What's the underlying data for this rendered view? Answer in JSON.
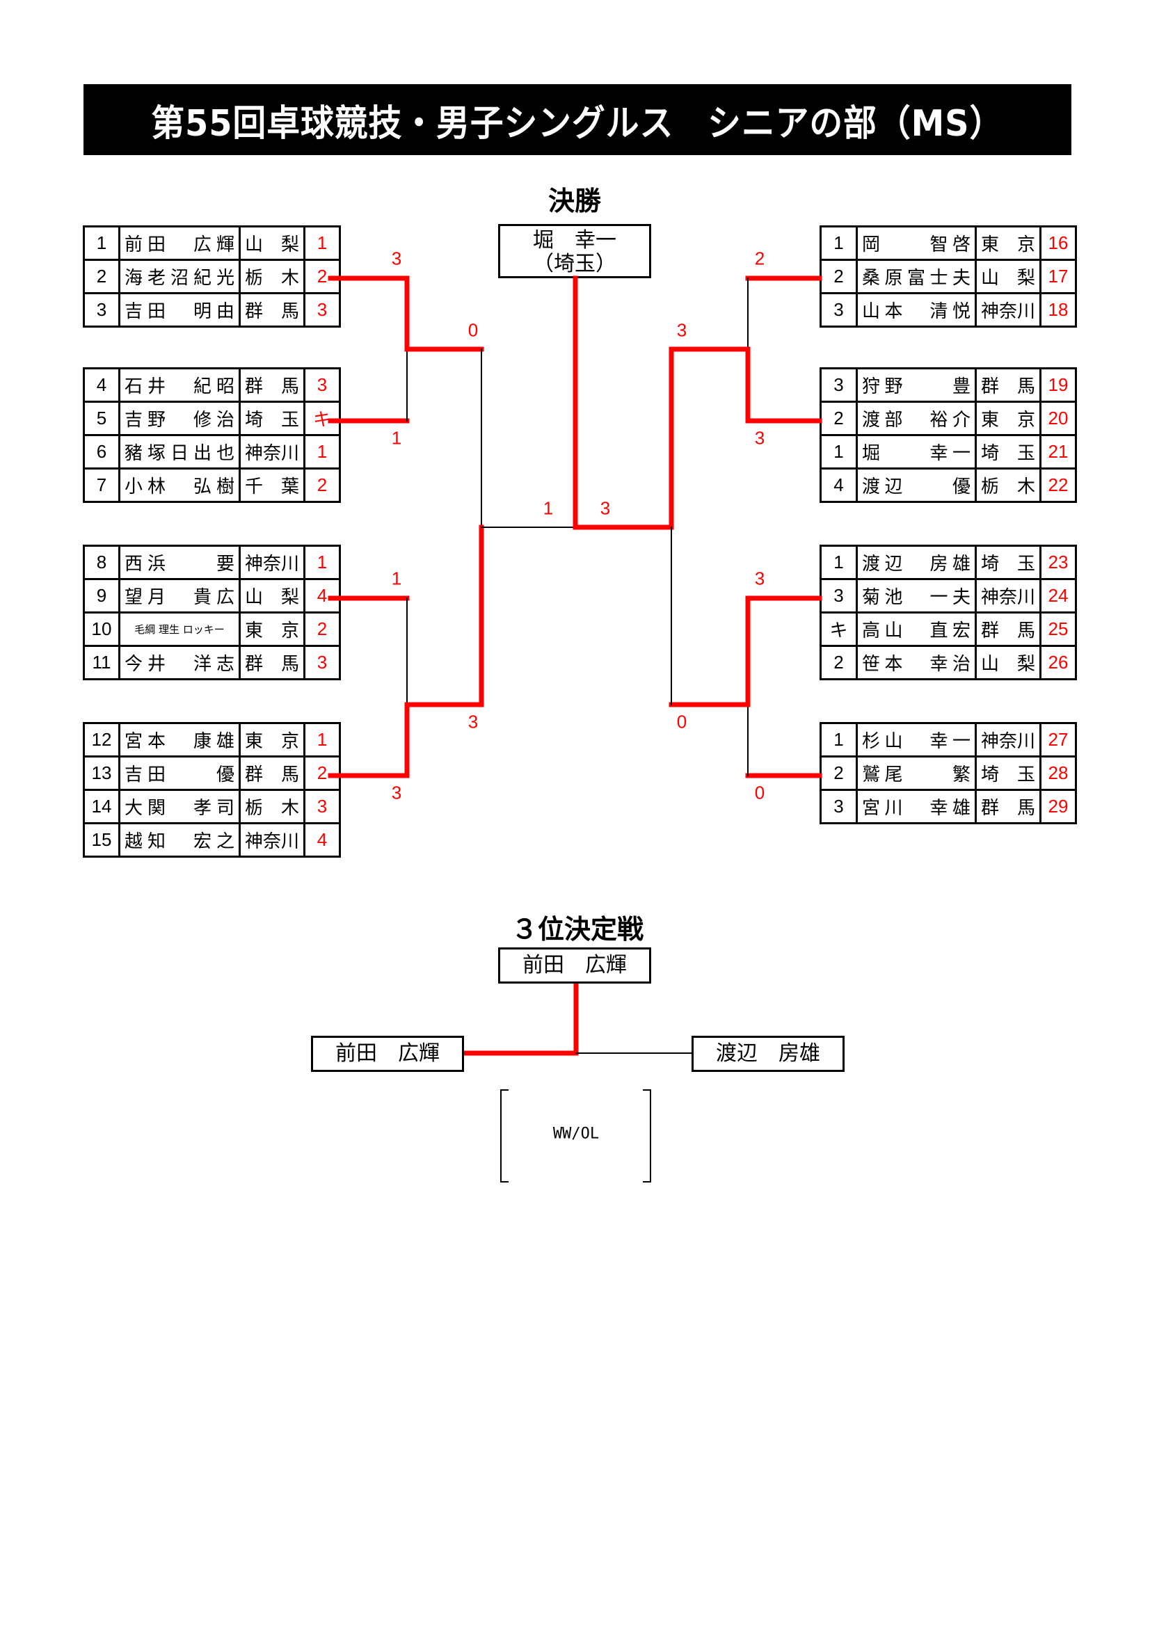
{
  "title": "第55回卓球競技・男子シングルス　シニアの部（MS）",
  "final": {
    "heading": "決勝",
    "champion_name": "堀　幸一",
    "champion_pref": "（埼玉）"
  },
  "left_blocks": [
    {
      "rows": [
        {
          "seed": "1",
          "name": "前田　広輝",
          "pref": "山　梨",
          "result": "1"
        },
        {
          "seed": "2",
          "name": "海老沼紀光",
          "pref": "栃　木",
          "result": "2"
        },
        {
          "seed": "3",
          "name": "吉田　明由",
          "pref": "群　馬",
          "result": "3"
        }
      ]
    },
    {
      "rows": [
        {
          "seed": "4",
          "name": "石井　紀昭",
          "pref": "群　馬",
          "result": "3"
        },
        {
          "seed": "5",
          "name": "吉野　修治",
          "pref": "埼　玉",
          "result": "キ"
        },
        {
          "seed": "6",
          "name": "豬塚日出也",
          "pref": "神奈川",
          "result": "1"
        },
        {
          "seed": "7",
          "name": "小林　弘樹",
          "pref": "千　葉",
          "result": "2"
        }
      ]
    },
    {
      "rows": [
        {
          "seed": "8",
          "name": "西浜　　要",
          "pref": "神奈川",
          "result": "1"
        },
        {
          "seed": "9",
          "name": "望月　貴広",
          "pref": "山　梨",
          "result": "4"
        },
        {
          "seed": "10",
          "name": "毛綱 理生 ロッキー",
          "pref": "東　京",
          "result": "2"
        },
        {
          "seed": "11",
          "name": "今井　洋志",
          "pref": "群　馬",
          "result": "3"
        }
      ]
    },
    {
      "rows": [
        {
          "seed": "12",
          "name": "宮本　康雄",
          "pref": "東　京",
          "result": "1"
        },
        {
          "seed": "13",
          "name": "吉田　　優",
          "pref": "群　馬",
          "result": "2"
        },
        {
          "seed": "14",
          "name": "大関　孝司",
          "pref": "栃　木",
          "result": "3"
        },
        {
          "seed": "15",
          "name": "越知　宏之",
          "pref": "神奈川",
          "result": "4"
        }
      ]
    }
  ],
  "right_blocks": [
    {
      "rows": [
        {
          "result": "1",
          "name": "岡　　智啓",
          "pref": "東　京",
          "seed": "16"
        },
        {
          "result": "2",
          "name": "桑原富士夫",
          "pref": "山　梨",
          "seed": "17"
        },
        {
          "result": "3",
          "name": "山本　清悦",
          "pref": "神奈川",
          "seed": "18"
        }
      ]
    },
    {
      "rows": [
        {
          "result": "3",
          "name": "狩野　　豊",
          "pref": "群　馬",
          "seed": "19"
        },
        {
          "result": "2",
          "name": "渡部　裕介",
          "pref": "東　京",
          "seed": "20"
        },
        {
          "result": "1",
          "name": "堀　　幸一",
          "pref": "埼　玉",
          "seed": "21"
        },
        {
          "result": "4",
          "name": "渡辺　　優",
          "pref": "栃　木",
          "seed": "22"
        }
      ]
    },
    {
      "rows": [
        {
          "result": "1",
          "name": "渡辺　房雄",
          "pref": "埼　玉",
          "seed": "23"
        },
        {
          "result": "3",
          "name": "菊池　一夫",
          "pref": "神奈川",
          "seed": "24"
        },
        {
          "result": "キ",
          "name": "高山　直宏",
          "pref": "群　馬",
          "seed": "25"
        },
        {
          "result": "2",
          "name": "笹本　幸治",
          "pref": "山　梨",
          "seed": "26"
        }
      ]
    },
    {
      "rows": [
        {
          "result": "1",
          "name": "杉山　幸一",
          "pref": "神奈川",
          "seed": "27"
        },
        {
          "result": "2",
          "name": "鷲尾　　繁",
          "pref": "埼　玉",
          "seed": "28"
        },
        {
          "result": "3",
          "name": "宮川　幸雄",
          "pref": "群　馬",
          "seed": "29"
        }
      ]
    }
  ],
  "scores": {
    "l_sf1_top": "3",
    "l_sf1_bot": "1",
    "l_sf2_top": "1",
    "l_sf2_bot": "3",
    "l_qf_top": "0",
    "l_qf_bot": "3",
    "final_left": "1",
    "final_right": "3",
    "r_qf_top": "3",
    "r_qf_bot": "0",
    "r_sf1_top": "2",
    "r_sf1_bot": "3",
    "r_sf2_top": "3",
    "r_sf2_bot": "0"
  },
  "third_place": {
    "heading": "３位決定戦",
    "winner": "前田　広輝",
    "left_player": "前田　広輝",
    "right_player": "渡辺　房雄",
    "note": "WW/OL"
  },
  "colors": {
    "winner_line": "#ff0000",
    "line": "#000000",
    "result_text": "#ff0000",
    "title_bg": "#000000",
    "title_text": "#ffffff"
  }
}
